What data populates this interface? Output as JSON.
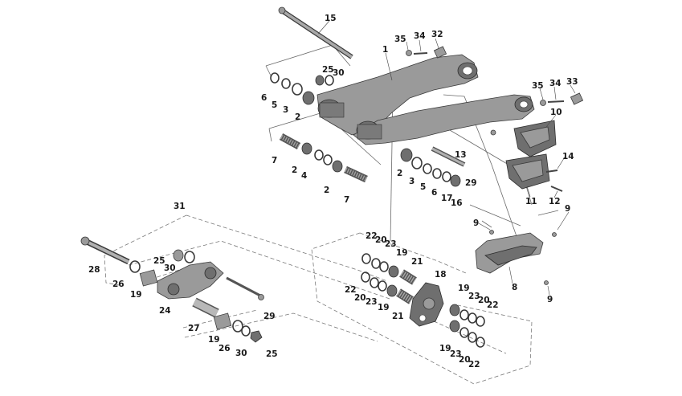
{
  "diagram": {
    "callouts": [
      {
        "id": "c15",
        "text": "15"
      },
      {
        "id": "c35a",
        "text": "35"
      },
      {
        "id": "c34a",
        "text": "34"
      },
      {
        "id": "c32",
        "text": "32"
      },
      {
        "id": "c1",
        "text": "1"
      },
      {
        "id": "c25a",
        "text": "25"
      },
      {
        "id": "c30a",
        "text": "30"
      },
      {
        "id": "c6a",
        "text": "6"
      },
      {
        "id": "c5a",
        "text": "5"
      },
      {
        "id": "c3a",
        "text": "3"
      },
      {
        "id": "c2a",
        "text": "2"
      },
      {
        "id": "c35b",
        "text": "35"
      },
      {
        "id": "c34b",
        "text": "34"
      },
      {
        "id": "c33",
        "text": "33"
      },
      {
        "id": "c10",
        "text": "10"
      },
      {
        "id": "c13",
        "text": "13"
      },
      {
        "id": "c14",
        "text": "14"
      },
      {
        "id": "c7a",
        "text": "7"
      },
      {
        "id": "c2b",
        "text": "2"
      },
      {
        "id": "c4",
        "text": "4"
      },
      {
        "id": "c2c",
        "text": "2"
      },
      {
        "id": "c7b",
        "text": "7"
      },
      {
        "id": "c2d",
        "text": "2"
      },
      {
        "id": "c3b",
        "text": "3"
      },
      {
        "id": "c5b",
        "text": "5"
      },
      {
        "id": "c6b",
        "text": "6"
      },
      {
        "id": "c17",
        "text": "17"
      },
      {
        "id": "c16",
        "text": "16"
      },
      {
        "id": "c29a",
        "text": "29"
      },
      {
        "id": "c11",
        "text": "11"
      },
      {
        "id": "c12",
        "text": "12"
      },
      {
        "id": "c9a",
        "text": "9"
      },
      {
        "id": "c9b",
        "text": "9"
      },
      {
        "id": "c8",
        "text": "8"
      },
      {
        "id": "c9c",
        "text": "9"
      },
      {
        "id": "c31",
        "text": "31"
      },
      {
        "id": "c28",
        "text": "28"
      },
      {
        "id": "c25b",
        "text": "25"
      },
      {
        "id": "c30b",
        "text": "30"
      },
      {
        "id": "c26a",
        "text": "26"
      },
      {
        "id": "c19a",
        "text": "19"
      },
      {
        "id": "c24",
        "text": "24"
      },
      {
        "id": "c29b",
        "text": "29"
      },
      {
        "id": "c27",
        "text": "27"
      },
      {
        "id": "c19b",
        "text": "19"
      },
      {
        "id": "c26b",
        "text": "26"
      },
      {
        "id": "c30c",
        "text": "30"
      },
      {
        "id": "c25c",
        "text": "25"
      },
      {
        "id": "c22a",
        "text": "22"
      },
      {
        "id": "c20a",
        "text": "20"
      },
      {
        "id": "c23a",
        "text": "23"
      },
      {
        "id": "c19c",
        "text": "19"
      },
      {
        "id": "c21a",
        "text": "21"
      },
      {
        "id": "c18",
        "text": "18"
      },
      {
        "id": "c22b",
        "text": "22"
      },
      {
        "id": "c20b",
        "text": "20"
      },
      {
        "id": "c23b",
        "text": "23"
      },
      {
        "id": "c19d",
        "text": "19"
      },
      {
        "id": "c21b",
        "text": "21"
      },
      {
        "id": "c19e",
        "text": "19"
      },
      {
        "id": "c23c",
        "text": "23"
      },
      {
        "id": "c20c",
        "text": "20"
      },
      {
        "id": "c22c",
        "text": "22"
      },
      {
        "id": "c19f",
        "text": "19"
      },
      {
        "id": "c23d",
        "text": "23"
      },
      {
        "id": "c20d",
        "text": "20"
      },
      {
        "id": "c22d",
        "text": "22"
      }
    ]
  }
}
